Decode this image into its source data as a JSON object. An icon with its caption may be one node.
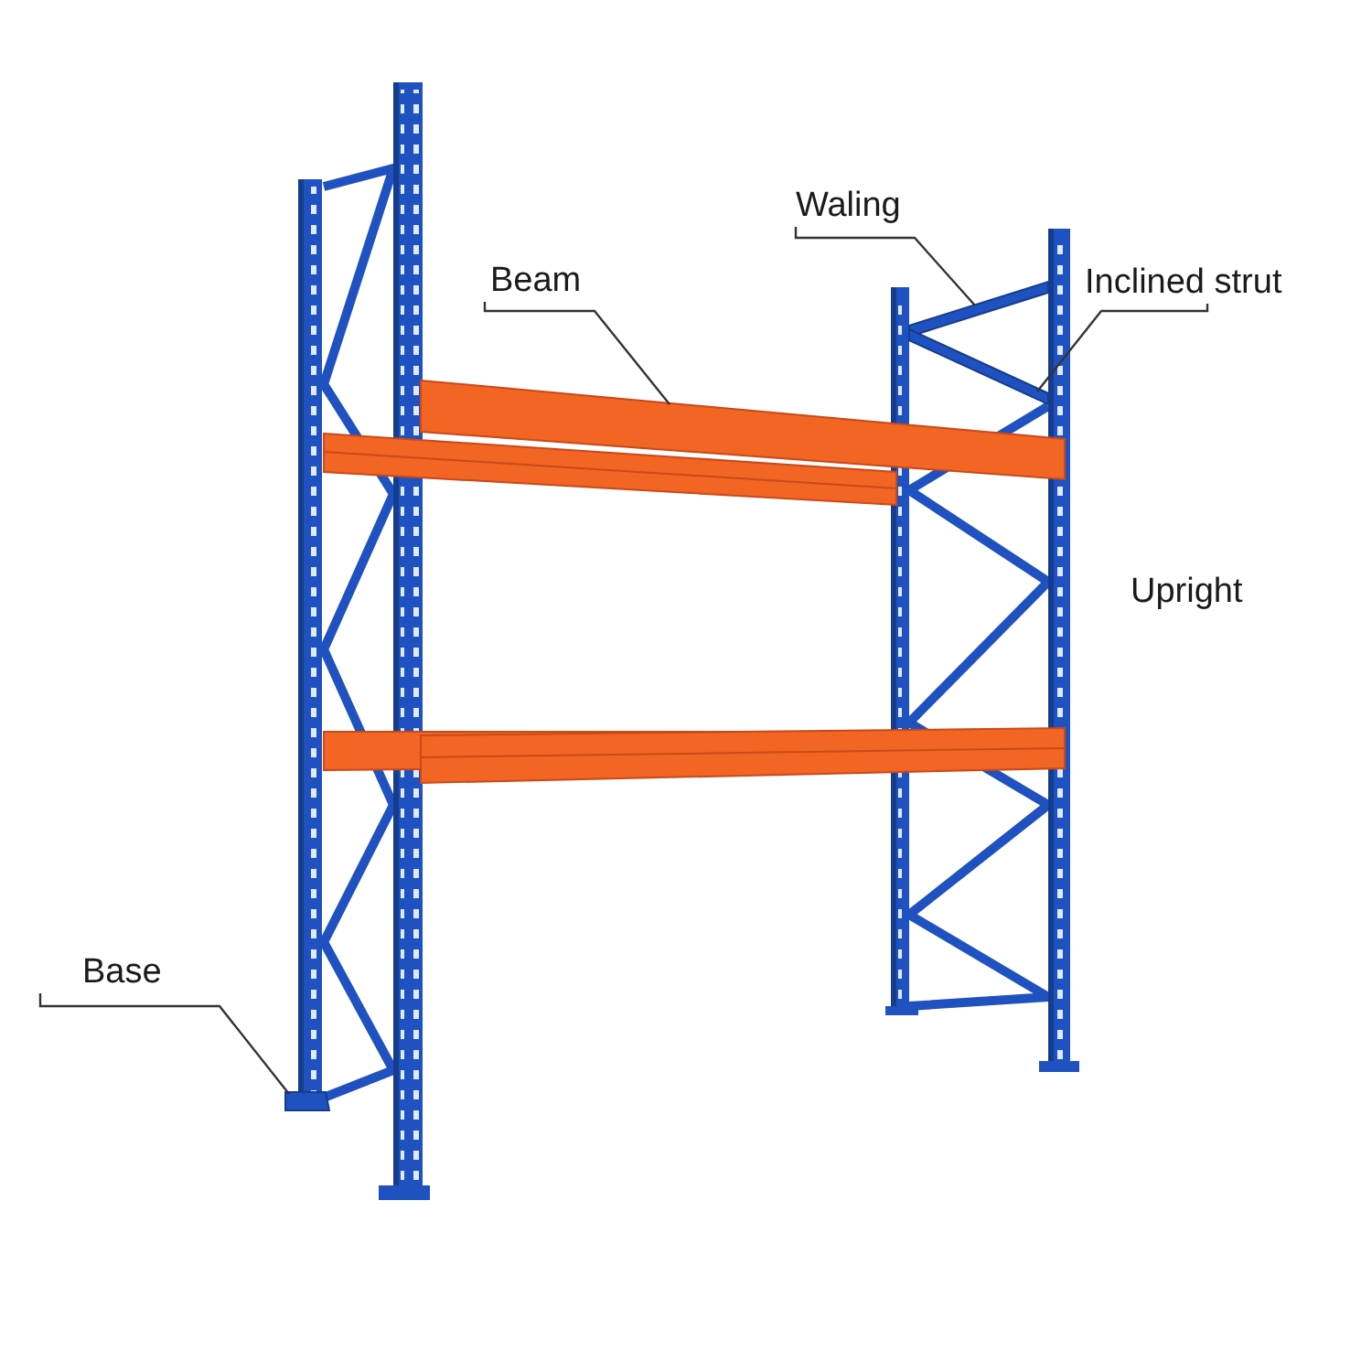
{
  "diagram": {
    "nodes": [
      {
        "text": [
          "Beam"
        ]
      },
      {
        "text": [
          "Waling"
        ]
      },
      {
        "text": [
          "Inclined strut"
        ]
      },
      {
        "text": [
          "Base"
        ]
      },
      {
        "text": [],
        "shape": "bar"
      },
      {
        "text": [],
        "shape": "bar"
      },
      {
        "text": [],
        "shape": "bar"
      },
      {
        "text": [],
        "shape": "box"
      }
    ],
    "edges": [
      {
        "from": 0,
        "to": 4,
        "arrow": "none"
      },
      {
        "from": 1,
        "to": 5,
        "arrow": "none"
      },
      {
        "from": 2,
        "to": 6,
        "arrow": "none"
      },
      {
        "from": 3,
        "to": 7,
        "arrow": "none"
      }
    ],
    "labels": [
      "Upright"
    ]
  }
}
